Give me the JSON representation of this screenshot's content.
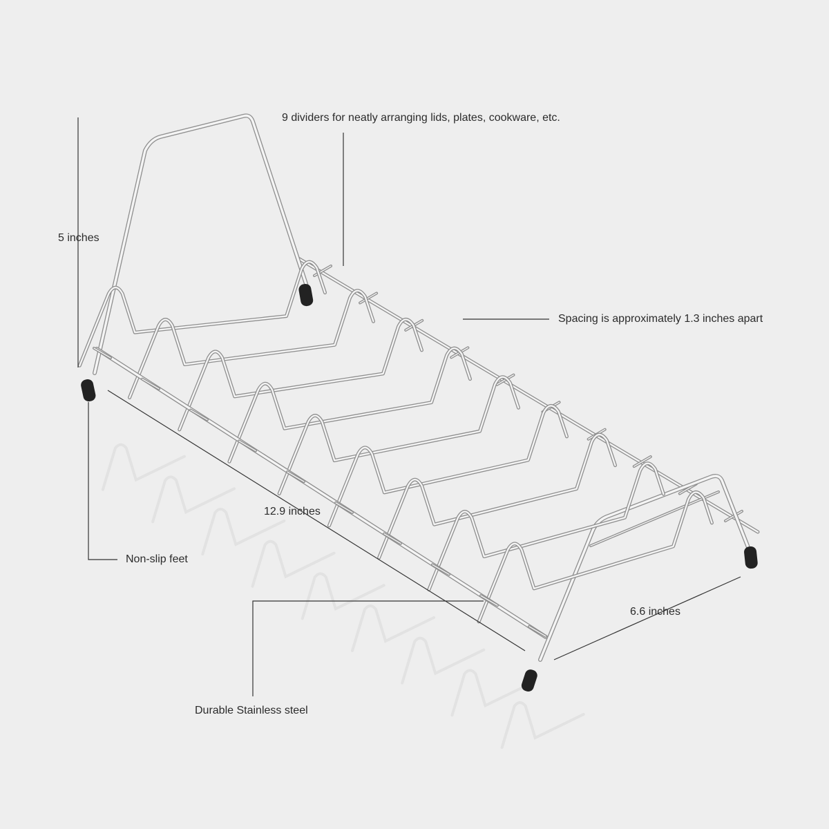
{
  "labels": {
    "dividers": "9 dividers for neatly arranging lids, plates, cookware, etc.",
    "height": "5 inches",
    "spacing": "Spacing is approximately 1.3 inches apart",
    "length": "12.9 inches",
    "feet": "Non-slip feet",
    "width": "6.6 inches",
    "material": "Durable Stainless steel"
  },
  "product": {
    "divider_count": 9,
    "rails": 2
  },
  "colors": {
    "background": "#eeeeee",
    "wire": "#8e8e8e",
    "wire_highlight": "#f4f4f4",
    "feet": "#222222",
    "leader": "#333333",
    "reflection": "#e2e2e2"
  }
}
